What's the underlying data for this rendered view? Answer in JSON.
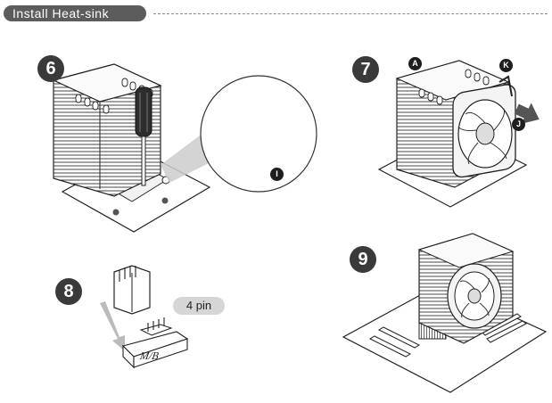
{
  "header": {
    "title": "Install Heat-sink"
  },
  "steps": {
    "step6": "6",
    "step7": "7",
    "step8": "8",
    "step9": "9"
  },
  "callouts": {
    "i": "I",
    "a": "A",
    "k": "K",
    "j": "J"
  },
  "connector": {
    "pin_label": "4 pin",
    "board_label": "M/B"
  },
  "colors": {
    "badge": "#3a3a3a",
    "header": "#5c5c5c",
    "pill": "#d6d6d6"
  }
}
